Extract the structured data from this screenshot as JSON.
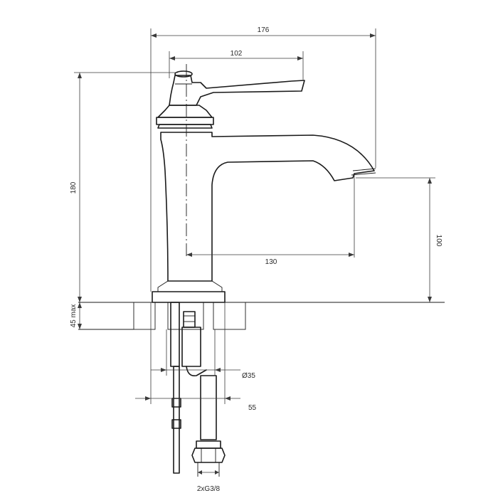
{
  "dimensions": {
    "total_length": "176",
    "handle_length": "102",
    "total_height": "180",
    "spout_reach": "130",
    "spout_clearance": "100",
    "counter_thickness": "45 max",
    "hole_diameter": "Ø35",
    "base_width": "55",
    "connection": "2xG3/8"
  }
}
